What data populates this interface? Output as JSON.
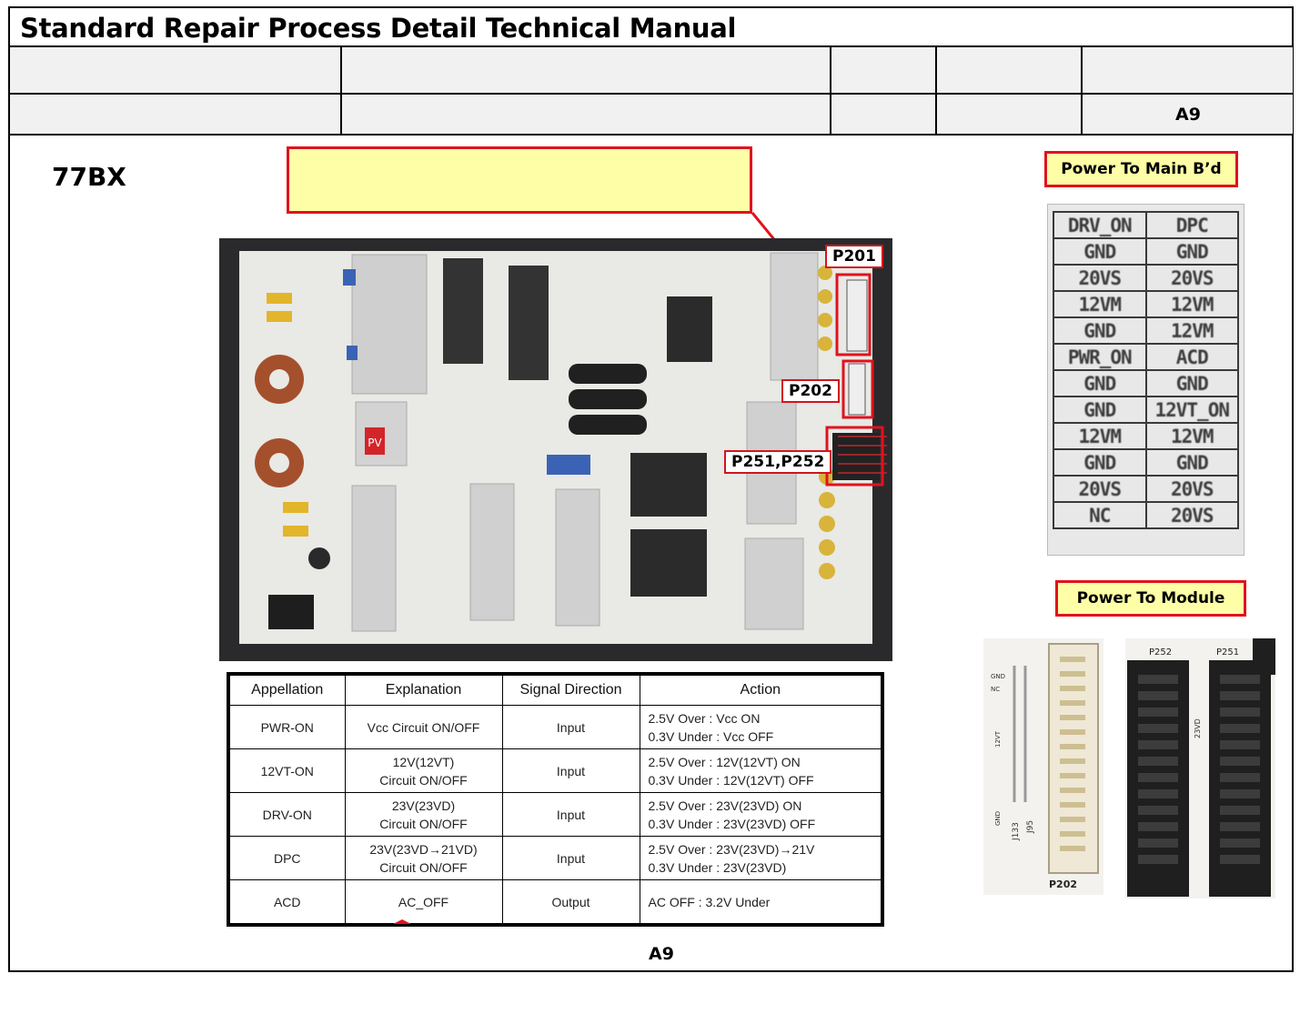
{
  "header": {
    "title": "Standard Repair Process Detail Technical Manual",
    "code": "A9"
  },
  "model": "77BX",
  "tags": {
    "power_main": "Power To Main B’d",
    "power_module": "Power To Module"
  },
  "connectors": {
    "p201": "P201",
    "p202": "P202",
    "p251_252": "P251,P252",
    "photo_p202": "P202",
    "photo_p252": "P252",
    "photo_p251": "P251",
    "photo_silk": [
      "GND",
      "NC",
      "12VT",
      "GND",
      "J133",
      "J95",
      "23VD"
    ]
  },
  "board": {
    "pv_label": "PV"
  },
  "signal_table": {
    "headers": [
      "Appellation",
      "Explanation",
      "Signal Direction",
      "Action"
    ],
    "rows": [
      {
        "name": "PWR-ON",
        "exp1": "Vcc Circuit ON/OFF",
        "exp2": "",
        "dir": "Input",
        "act1": "2.5V Over : Vcc ON",
        "act2": "0.3V Under : Vcc OFF"
      },
      {
        "name": "12VT-ON",
        "exp1": "12V(12VT)",
        "exp2": "Circuit ON/OFF",
        "dir": "Input",
        "act1": "2.5V Over : 12V(12VT) ON",
        "act2": "0.3V Under : 12V(12VT) OFF"
      },
      {
        "name": "DRV-ON",
        "exp1": "23V(23VD)",
        "exp2": "Circuit ON/OFF",
        "dir": "Input",
        "act1": "2.5V Over : 23V(23VD) ON",
        "act2": "0.3V Under : 23V(23VD) OFF"
      },
      {
        "name": "DPC",
        "exp1": "23V(23VD→21VD)",
        "exp2": "Circuit ON/OFF",
        "dir": "Input",
        "act1": "2.5V Over : 23V(23VD)→21V",
        "act2": "0.3V Under : 23V(23VD)"
      },
      {
        "name": "ACD",
        "exp1": "AC_OFF",
        "exp2": "",
        "dir": "Output",
        "act1": "AC OFF : 3.2V Under",
        "act2": ""
      }
    ]
  },
  "pinmap": [
    [
      "DRV_ON",
      "DPC"
    ],
    [
      "GND",
      "GND"
    ],
    [
      "20VS",
      "20VS"
    ],
    [
      "12VM",
      "12VM"
    ],
    [
      "GND",
      "12VM"
    ],
    [
      "PWR_ON",
      "ACD"
    ],
    [
      "GND",
      "GND"
    ],
    [
      "GND",
      "12VT_ON"
    ],
    [
      "12VM",
      "12VM"
    ],
    [
      "GND",
      "GND"
    ],
    [
      "20VS",
      "20VS"
    ],
    [
      "NC",
      "20VS"
    ]
  ],
  "footer_code": "A9",
  "colors": {
    "highlight_red": "#e0131d",
    "note_yellow": "#fefea7",
    "header_gray": "#f1f1f1"
  }
}
